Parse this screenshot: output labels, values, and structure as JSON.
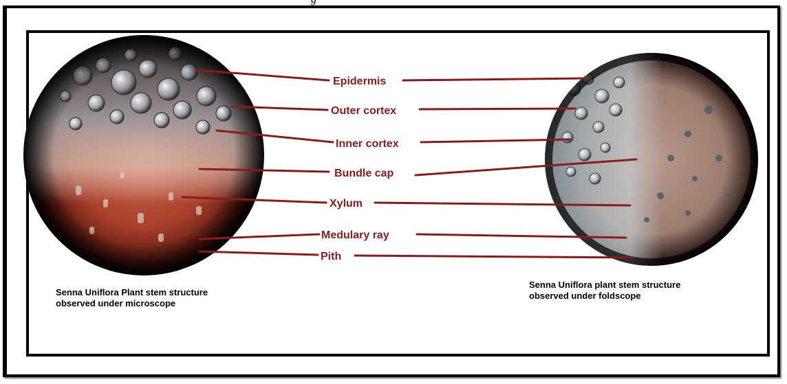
{
  "top_fragment": "g",
  "labels": [
    "Epidermis",
    "Outer cortex",
    "Inner cortex",
    "Bundle cap",
    "Xylum",
    "Medulary ray",
    "Pith"
  ],
  "left_caption": {
    "line1": "Senna Uniflora Plant stem structure",
    "line2": "observed under microscope"
  },
  "right_caption": {
    "line1": "Senna Uniflora plant stem structure",
    "line2": "observed under foldscope"
  },
  "colors": {
    "label_text": "#8b1a1a",
    "leader_line": "#8b1a1a",
    "frame": "#000000"
  }
}
